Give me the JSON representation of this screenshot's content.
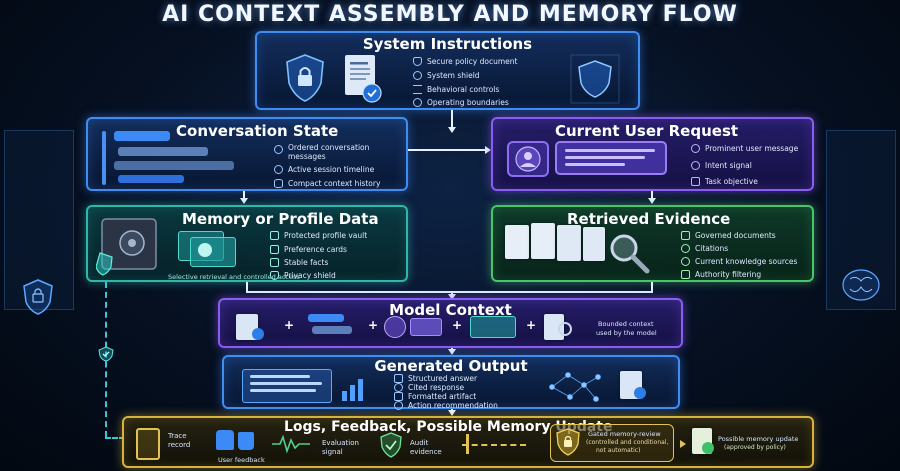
{
  "title": "AI CONTEXT ASSEMBLY AND MEMORY FLOW",
  "system_instructions": {
    "title": "System Instructions",
    "items": [
      "Secure policy document",
      "System shield",
      "Behavioral controls",
      "Operating boundaries"
    ]
  },
  "conversation_state": {
    "title": "Conversation State",
    "items": [
      "Ordered conversation messages",
      "Active session timeline",
      "Compact context history"
    ]
  },
  "current_user_request": {
    "title": "Current User Request",
    "items": [
      "Prominent user message",
      "Intent signal",
      "Task objective"
    ]
  },
  "memory_profile": {
    "title": "Memory or Profile Data",
    "items": [
      "Protected profile vault",
      "Preference cards",
      "Stable facts",
      "Privacy shield"
    ],
    "caption": "Selective retrieval and controlled access"
  },
  "retrieved_evidence": {
    "title": "Retrieved Evidence",
    "items": [
      "Governed documents",
      "Citations",
      "Current knowledge sources",
      "Authority filtering"
    ]
  },
  "model_context": {
    "title": "Model Context",
    "caption_line1": "Bounded context",
    "caption_line2": "used by the model"
  },
  "generated_output": {
    "title": "Generated Output",
    "items": [
      "Structured answer",
      "Cited response",
      "Formatted artifact",
      "Action recommendation"
    ]
  },
  "logs_feedback": {
    "title": "Logs, Feedback, Possible Memory Update",
    "trace_line1": "Trace",
    "trace_line2": "record",
    "user_feedback": "User feedback",
    "evaluation_line1": "Evaluation",
    "evaluation_line2": "signal",
    "audit_line1": "Audit",
    "audit_line2": "evidence",
    "gated_line1": "Gated memory-review",
    "gated_line2": "(controlled and conditional,",
    "gated_line3": "not automatic)",
    "possible_line1": "Possible memory update",
    "possible_line2": "(approved by policy)"
  },
  "colors": {
    "blue": "#3f8df0",
    "purple": "#8a5cf0",
    "green": "#49c46a",
    "teal": "#2fb7a8",
    "gold": "#d6b23a"
  }
}
